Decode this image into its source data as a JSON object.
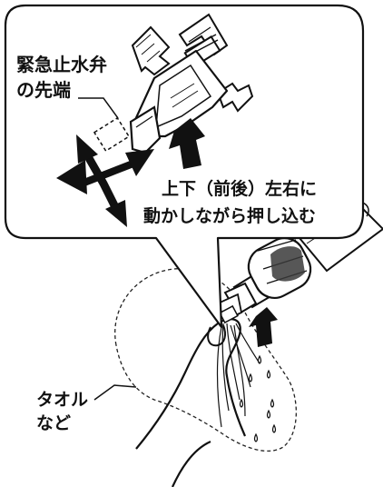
{
  "callout": {
    "valve_tip_label_line1": "緊急止水弁",
    "valve_tip_label_line2": "の先端",
    "instruction_line1": "上下（前後）左右に",
    "instruction_line2": "動かしながら押し込む"
  },
  "towel_label": {
    "line1": "タオル",
    "line2": "など"
  }
}
